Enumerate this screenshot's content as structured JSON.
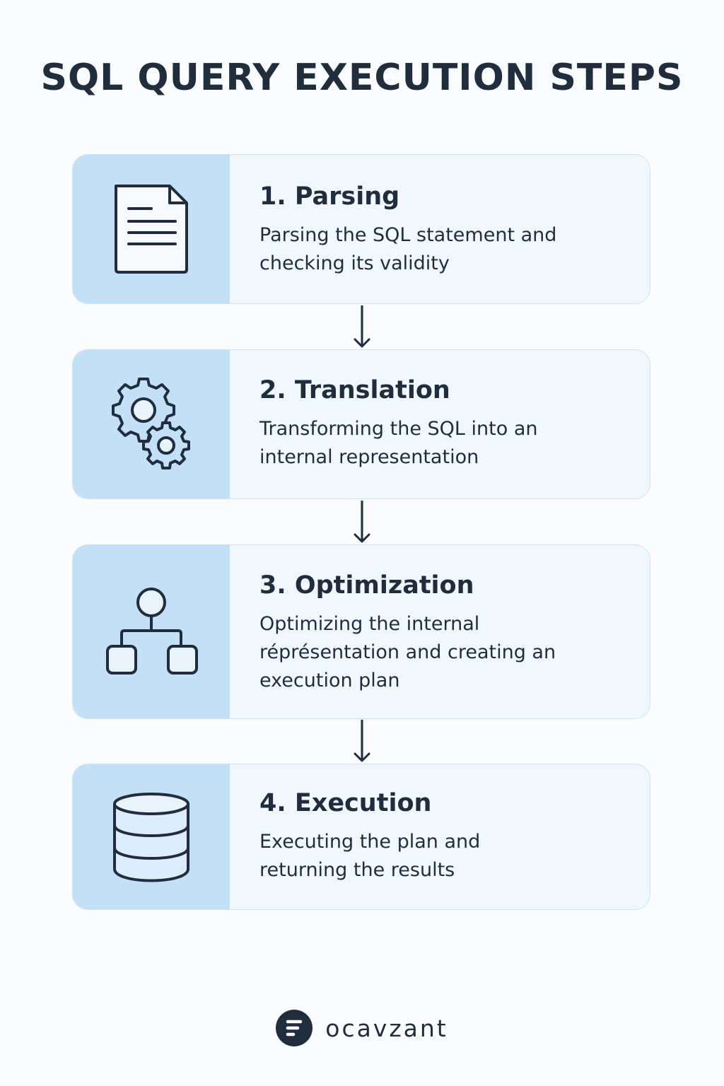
{
  "title": "SQL QUERY EXECUTION STEPS",
  "steps": [
    {
      "title": "1. Parsing",
      "description": "Parsing the SQL statement and\nchecking its validity",
      "icon": "document-icon"
    },
    {
      "title": "2. Translation",
      "description": "Transforming the SQL into an\ninternal representation",
      "icon": "gears-icon"
    },
    {
      "title": "3. Optimization",
      "description": "Optimizing the internal\nréprésentation and creating an\nexecution plan",
      "icon": "hierarchy-icon"
    },
    {
      "title": "4. Execution",
      "description": "Executing the plan and\nreturning the results",
      "icon": "database-icon"
    }
  ],
  "footer": {
    "brand": "ocavzant",
    "logo_icon": "brand-logo-icon"
  },
  "colors": {
    "text": "#1f2d3d",
    "icon_panel": "#c4e0f7",
    "card_bg": "#f1f8fd",
    "card_border": "#cfe3f4"
  }
}
